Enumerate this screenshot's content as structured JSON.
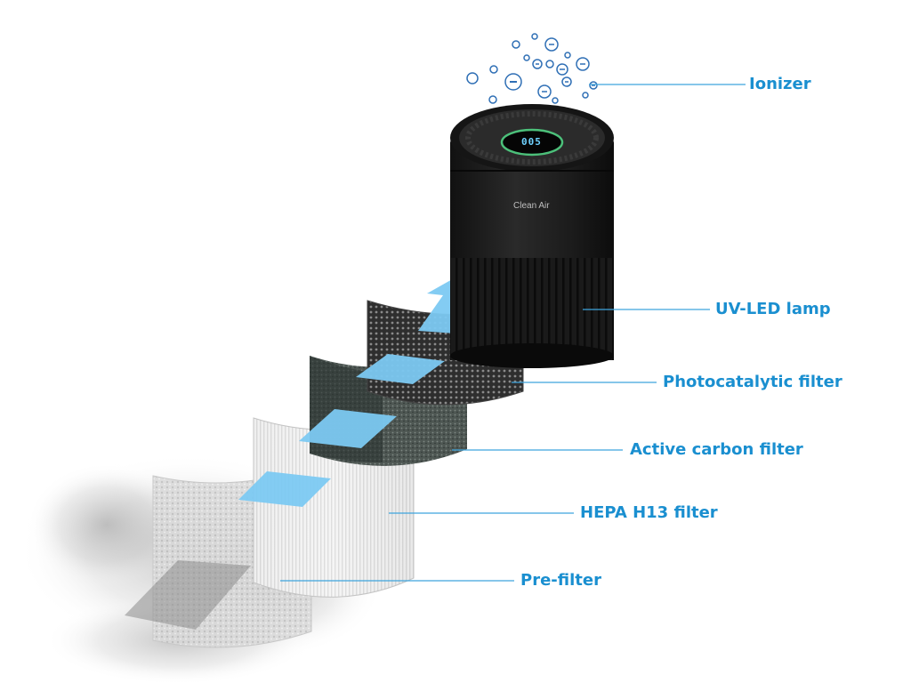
{
  "labels": {
    "ionizer": "Ionizer",
    "uv_led_lamp": "UV-LED lamp",
    "photocatalytic_filter": "Photocatalytic filter",
    "active_carbon_filter": "Active carbon filter",
    "hepa_h13_filter": "HEPA H13 filter",
    "pre_filter": "Pre-filter"
  },
  "device": {
    "brand": "Clean Air",
    "display_value": "005"
  },
  "colors": {
    "label_text": "#1a8fd0",
    "leader_line": "#3ea5dd",
    "arrow": "#7cc9f2",
    "ions": "#2f6fb5",
    "device_body": "#1c1c1c",
    "display_ring": "#4cc07a"
  },
  "icons": [
    "negative-ion-icon",
    "airflow-arrow-icon"
  ]
}
